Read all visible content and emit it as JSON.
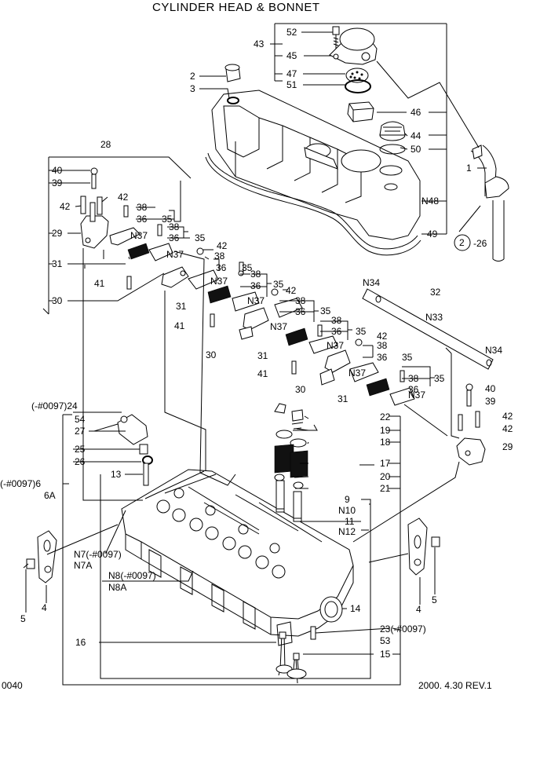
{
  "title": "CYLINDER HEAD & BONNET",
  "page_number": "0040",
  "revision": "2000. 4.30 REV.1",
  "labels": {
    "l52": "52",
    "l43": "43",
    "l45": "45",
    "l47": "47",
    "l51": "51",
    "l46": "46",
    "l44": "44",
    "l50": "50",
    "lN48": "N48",
    "l49": "49",
    "l1": "1",
    "l2c": "2",
    "l26": "-26",
    "l2": "2",
    "l3": "3",
    "l28": "28",
    "l40a": "40",
    "l39a": "39",
    "l42a": "42",
    "l42b": "42",
    "l29a": "29",
    "l38a": "38",
    "l36a": "36",
    "l35a": "35",
    "lN37a": "N37",
    "l31a": "31",
    "l41a": "41",
    "l30a": "30",
    "l38b": "38",
    "l36b": "36",
    "l35b": "35",
    "l42c": "42",
    "lN37b": "N37",
    "l38c": "38",
    "l36c": "36",
    "l35c": "35",
    "lN37c": "N37",
    "l31b": "31",
    "l41b": "41",
    "l30b": "30",
    "l38d": "38",
    "l36d": "36",
    "l35d": "35",
    "l42d": "42",
    "lN37d": "N37",
    "lN37e": "N37",
    "l38e": "38",
    "l36e": "36",
    "l35e": "35",
    "l31c": "31",
    "l41c": "41",
    "l30c": "30",
    "l38f": "38",
    "l36f": "36",
    "l35f": "35",
    "l42e": "42",
    "lN37f": "N37",
    "lN37g": "N37",
    "l38g": "38",
    "l36g": "36",
    "l35g": "35",
    "l31d": "31",
    "lN34a": "N34",
    "l32": "32",
    "lN33": "N33",
    "lN34b": "N34",
    "l40b": "40",
    "l39b": "39",
    "l42f": "42",
    "l42g": "42",
    "l29b": "29",
    "l24": "(-#0097)24",
    "l54": "54",
    "l27": "27",
    "l25": "25",
    "l26b": "26",
    "l13": "13",
    "l6": "(-#0097)6",
    "l6A": "6A",
    "l22": "22",
    "l19": "19",
    "l18": "18",
    "l17": "17",
    "l20": "20",
    "l21": "21",
    "l9": "9",
    "lN10": "N10",
    "l11": "11",
    "lN12": "N12",
    "lN7": "N7(-#0097)",
    "lN7A": "N7A",
    "lN8": "N8(-#0097)",
    "lN8A": "N8A",
    "l5a": "5",
    "l4a": "4",
    "l4b": "4",
    "l5b": "5",
    "l14": "14",
    "l23": "23(-#0097)",
    "l53": "53",
    "l16": "16",
    "l15": "15"
  }
}
